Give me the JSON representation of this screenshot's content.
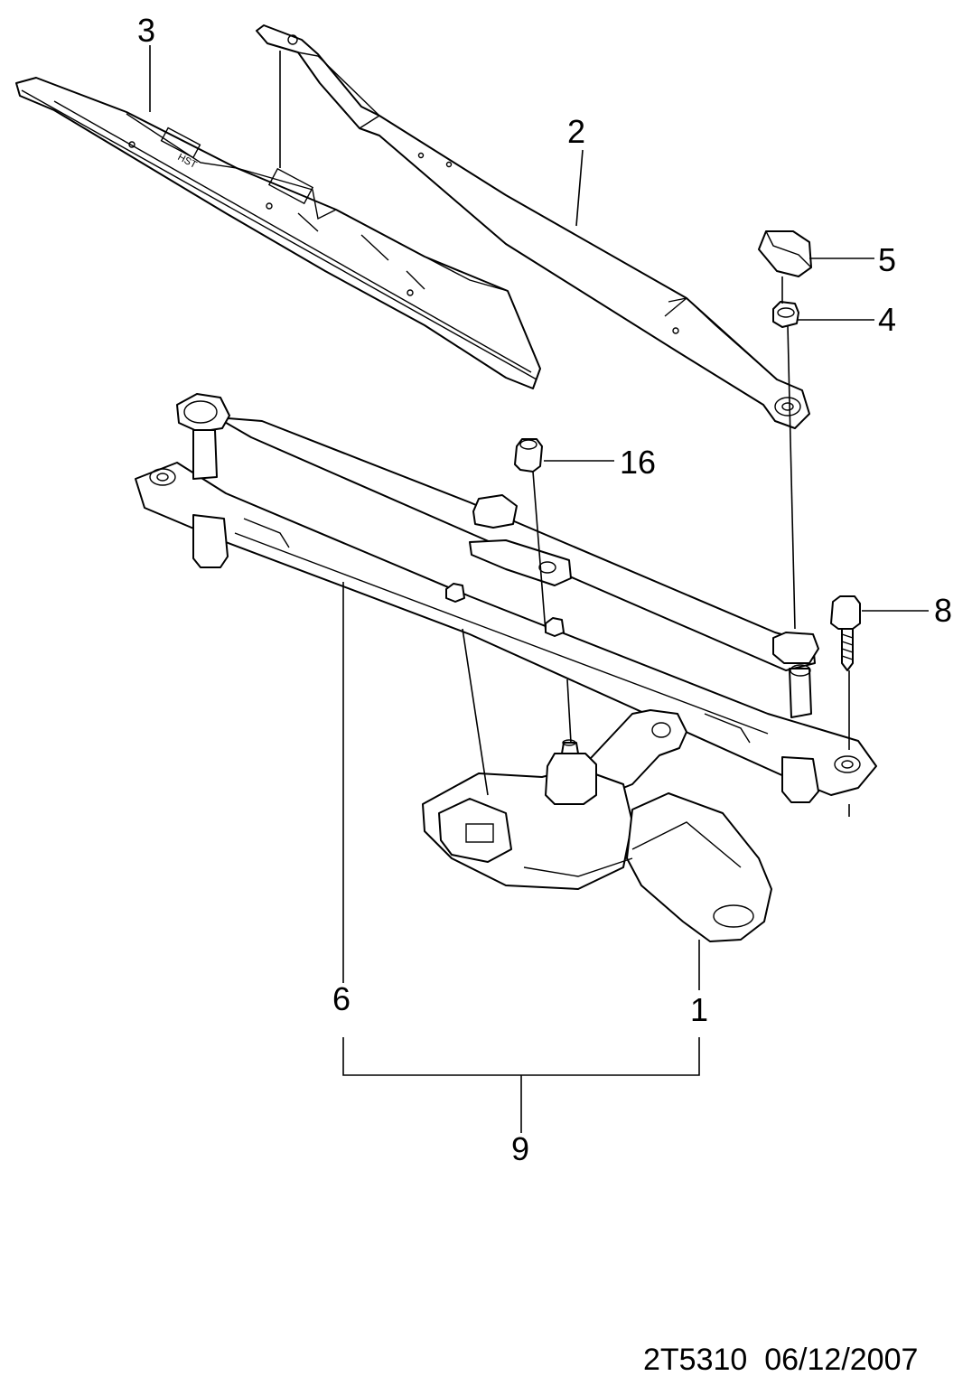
{
  "callouts": {
    "c1": "1",
    "c2": "2",
    "c3": "3",
    "c4": "4",
    "c5": "5",
    "c6": "6",
    "c8": "8",
    "c9": "9",
    "c16": "16"
  },
  "blade_marking": "HST",
  "footer": {
    "drawing_id": "2T5310",
    "date": "06/12/2007"
  }
}
